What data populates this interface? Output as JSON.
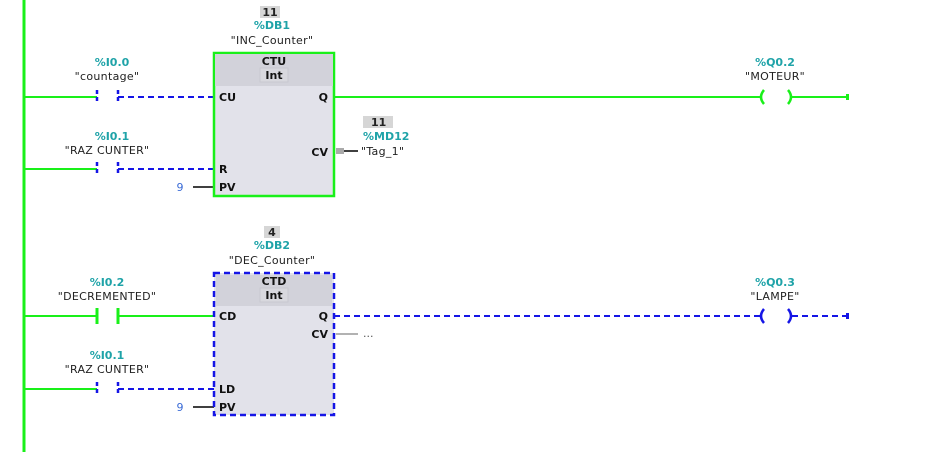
{
  "colors": {
    "powered": "#19f019",
    "unpowered": "#1515e6",
    "address": "#1fa3a8",
    "block_fill": "#e2e2ea",
    "block_header": "#d2d2da",
    "value_box": "#d6d6d6"
  },
  "network1": {
    "contact1": {
      "address": "%I0.0",
      "tag": "\"countage\"",
      "state": "open"
    },
    "contact2": {
      "address": "%I0.1",
      "tag": "\"RAZ CUNTER\"",
      "state": "open"
    },
    "block": {
      "instance_value": "11",
      "instance_db": "%DB1",
      "instance_name": "\"INC_Counter\"",
      "type": "CTU",
      "data_type": "Int",
      "pins": {
        "cu": "CU",
        "r": "R",
        "pv": "PV",
        "q": "Q",
        "cv": "CV"
      },
      "pv_value": "9",
      "status": "powered"
    },
    "cv_output": {
      "value": "11",
      "address": "%MD12",
      "tag": "\"Tag_1\""
    },
    "coil": {
      "address": "%Q0.2",
      "tag": "\"MOTEUR\"",
      "state": "energized"
    }
  },
  "network2": {
    "contact1": {
      "address": "%I0.2",
      "tag": "\"DECREMENTED\"",
      "state": "closed"
    },
    "contact2": {
      "address": "%I0.1",
      "tag": "\"RAZ CUNTER\"",
      "state": "open"
    },
    "block": {
      "instance_value": "4",
      "instance_db": "%DB2",
      "instance_name": "\"DEC_Counter\"",
      "type": "CTD",
      "data_type": "Int",
      "pins": {
        "cd": "CD",
        "ld": "LD",
        "pv": "PV",
        "q": "Q",
        "cv": "CV"
      },
      "pv_value": "9",
      "status": "not-powered"
    },
    "cv_output": {
      "placeholder": "..."
    },
    "coil": {
      "address": "%Q0.3",
      "tag": "\"LAMPE\"",
      "state": "de-energized"
    }
  }
}
